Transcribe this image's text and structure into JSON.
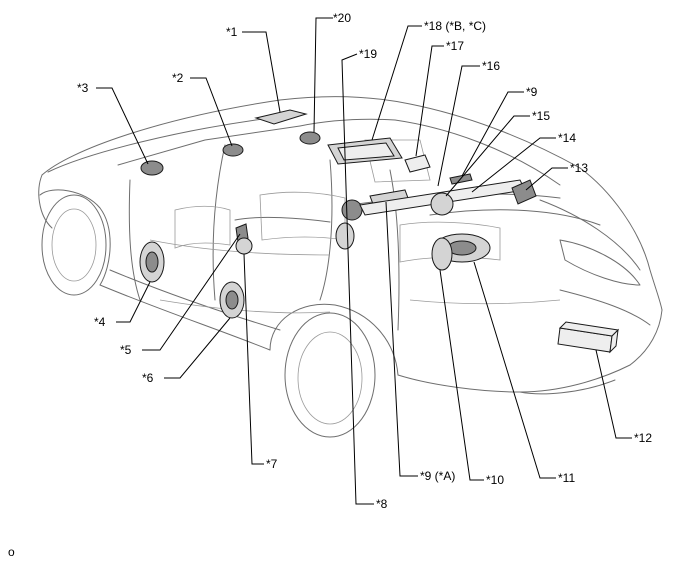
{
  "labels": {
    "l1": "*1",
    "l2": "*2",
    "l3": "*3",
    "l4": "*4",
    "l5": "*5",
    "l6": "*6",
    "l7": "*7",
    "l8": "*8",
    "l9": "*9",
    "l9a": "*9 (*A)",
    "l10": "*10",
    "l11": "*11",
    "l12": "*12",
    "l13": "*13",
    "l14": "*14",
    "l15": "*15",
    "l16": "*16",
    "l17": "*17",
    "l18": "*18 (*B, *C)",
    "l19": "*19",
    "l20": "*20"
  },
  "footer_code": "o"
}
